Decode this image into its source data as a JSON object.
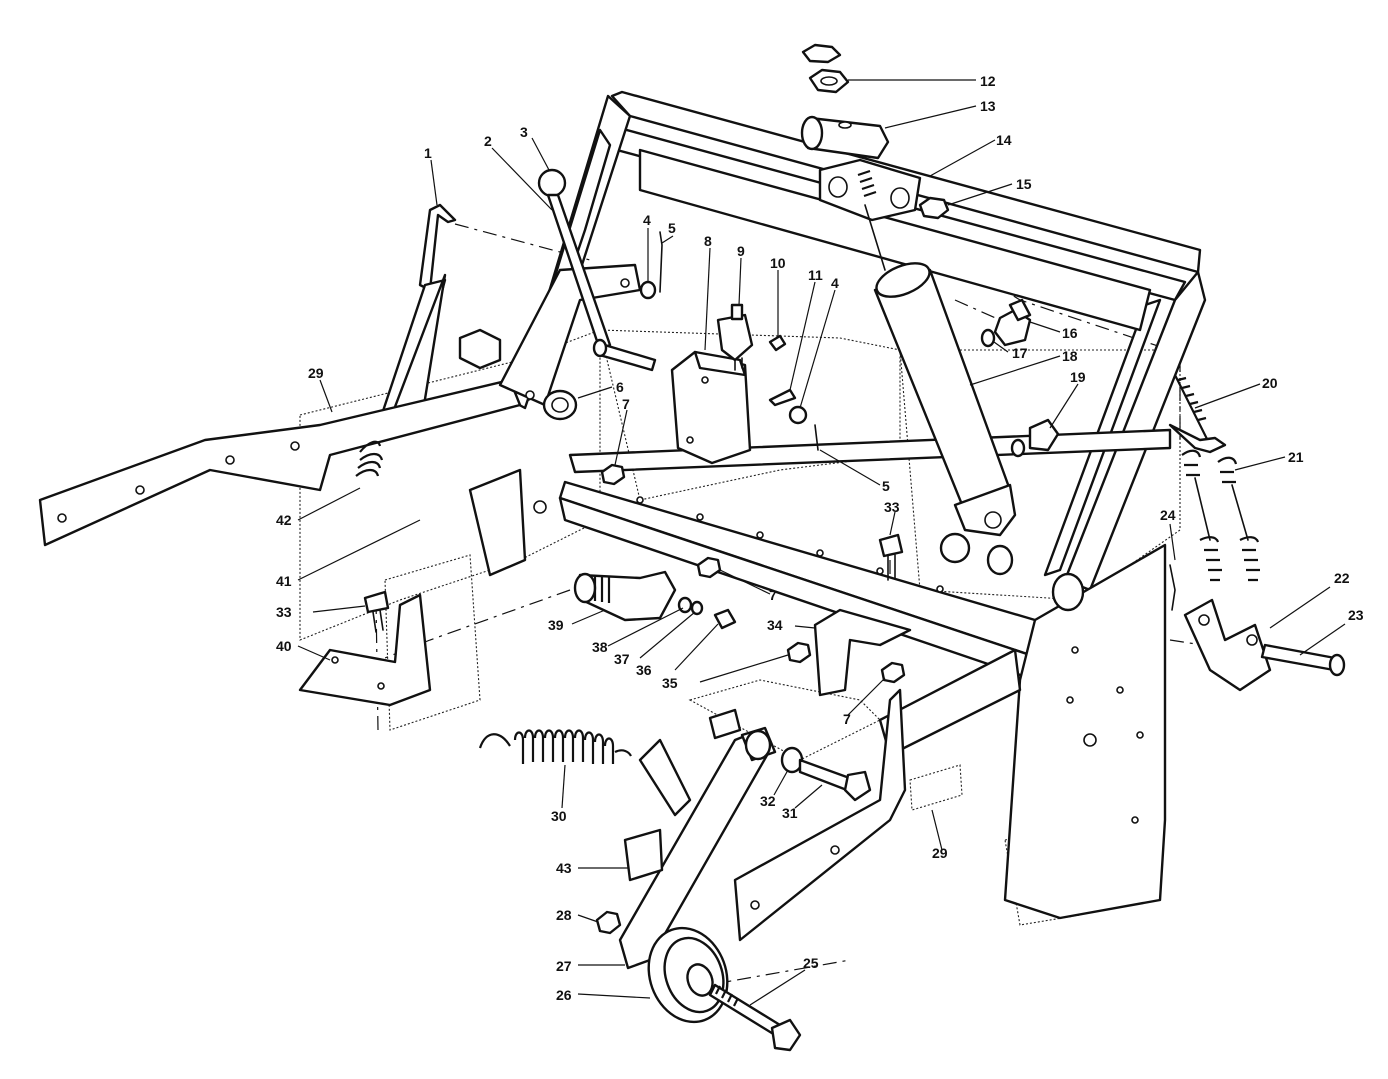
{
  "diagram": {
    "type": "exploded-parts-diagram",
    "colors": {
      "ink": "#111111",
      "paper": "#ffffff"
    },
    "callouts": [
      {
        "id": "c1",
        "label": "1"
      },
      {
        "id": "c2",
        "label": "2"
      },
      {
        "id": "c3",
        "label": "3"
      },
      {
        "id": "c4a",
        "label": "4"
      },
      {
        "id": "c4b",
        "label": "4"
      },
      {
        "id": "c5a",
        "label": "5"
      },
      {
        "id": "c5b",
        "label": "5"
      },
      {
        "id": "c6",
        "label": "6"
      },
      {
        "id": "c7a",
        "label": "7"
      },
      {
        "id": "c7b",
        "label": "7"
      },
      {
        "id": "c7c",
        "label": "7"
      },
      {
        "id": "c8",
        "label": "8"
      },
      {
        "id": "c9",
        "label": "9"
      },
      {
        "id": "c10",
        "label": "10"
      },
      {
        "id": "c11",
        "label": "11"
      },
      {
        "id": "c12",
        "label": "12"
      },
      {
        "id": "c13",
        "label": "13"
      },
      {
        "id": "c14",
        "label": "14"
      },
      {
        "id": "c15",
        "label": "15"
      },
      {
        "id": "c16",
        "label": "16"
      },
      {
        "id": "c17",
        "label": "17"
      },
      {
        "id": "c18",
        "label": "18"
      },
      {
        "id": "c19",
        "label": "19"
      },
      {
        "id": "c20",
        "label": "20"
      },
      {
        "id": "c21",
        "label": "21"
      },
      {
        "id": "c22",
        "label": "22"
      },
      {
        "id": "c23",
        "label": "23"
      },
      {
        "id": "c24",
        "label": "24"
      },
      {
        "id": "c25",
        "label": "25"
      },
      {
        "id": "c26",
        "label": "26"
      },
      {
        "id": "c27",
        "label": "27"
      },
      {
        "id": "c28",
        "label": "28"
      },
      {
        "id": "c29a",
        "label": "29"
      },
      {
        "id": "c29b",
        "label": "29"
      },
      {
        "id": "c30",
        "label": "30"
      },
      {
        "id": "c31",
        "label": "31"
      },
      {
        "id": "c32",
        "label": "32"
      },
      {
        "id": "c33a",
        "label": "33"
      },
      {
        "id": "c33b",
        "label": "33"
      },
      {
        "id": "c34",
        "label": "34"
      },
      {
        "id": "c35",
        "label": "35"
      },
      {
        "id": "c36",
        "label": "36"
      },
      {
        "id": "c37",
        "label": "37"
      },
      {
        "id": "c38",
        "label": "38"
      },
      {
        "id": "c39",
        "label": "39"
      },
      {
        "id": "c40",
        "label": "40"
      },
      {
        "id": "c41",
        "label": "41"
      },
      {
        "id": "c42",
        "label": "42"
      },
      {
        "id": "c43",
        "label": "43"
      }
    ]
  }
}
